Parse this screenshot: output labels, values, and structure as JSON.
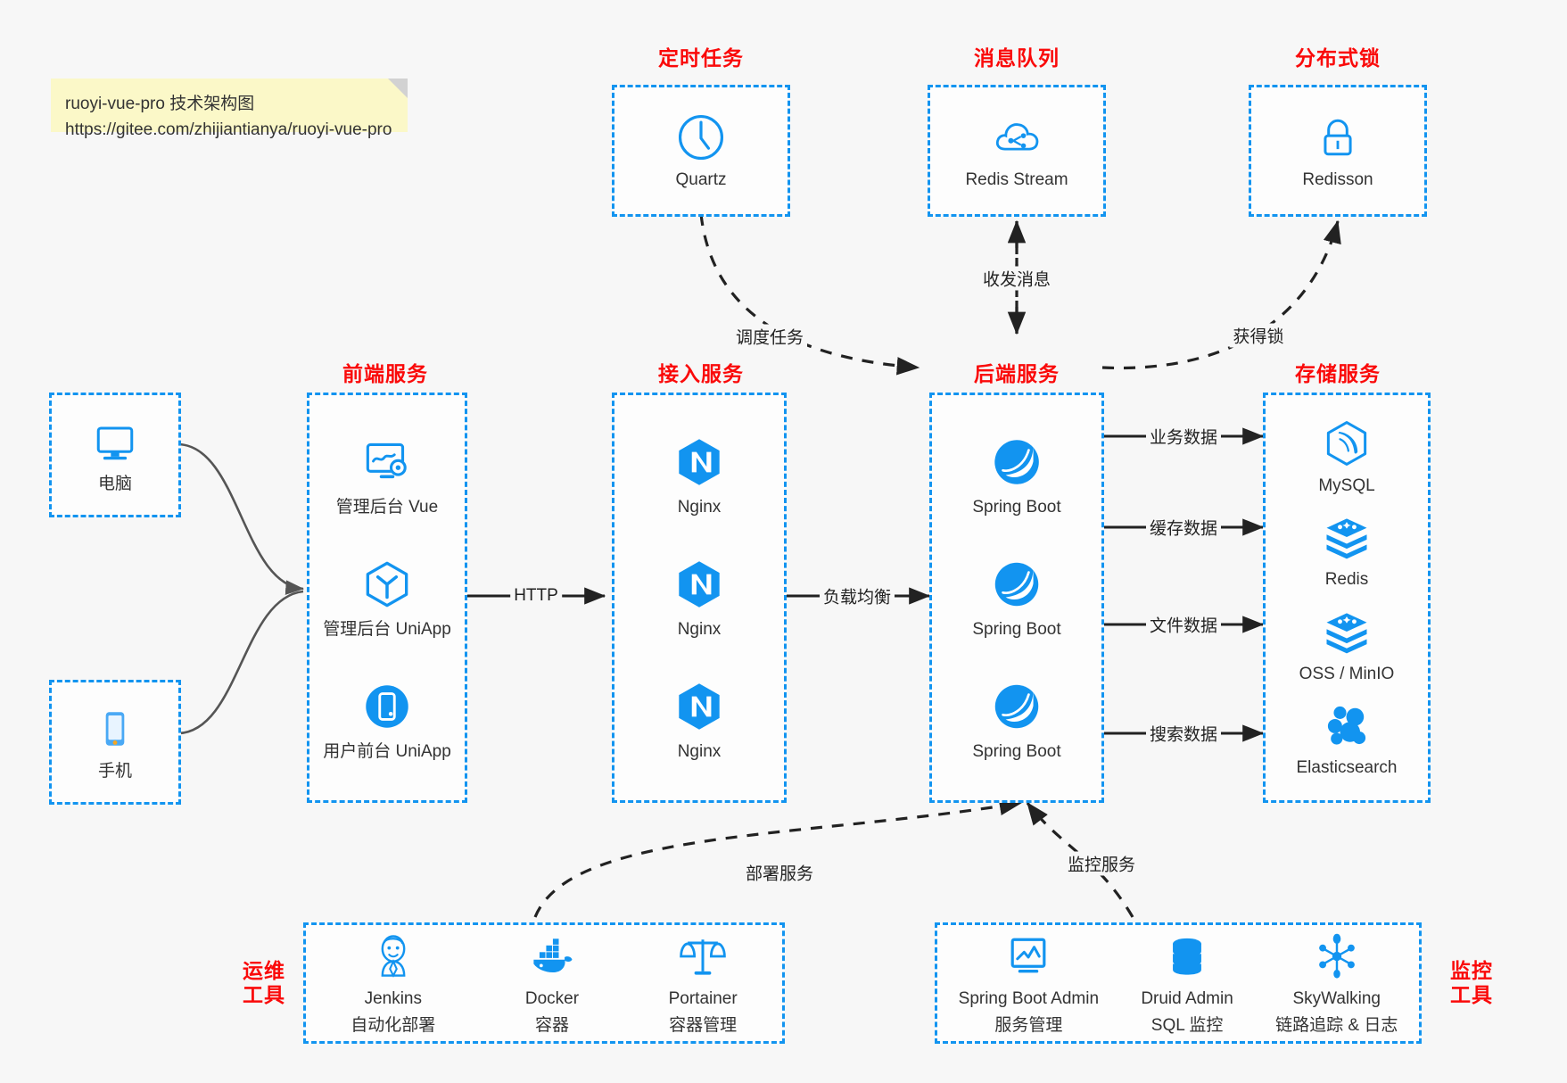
{
  "note": {
    "line1": "ruoyi-vue-pro 技术架构图",
    "line2": "https://gitee.com/zhijiantianya/ruoyi-vue-pro"
  },
  "colors": {
    "box_border": "#1294f0",
    "group_title": "#fa0a0a",
    "icon_blue": "#1294f0",
    "edge": "#222222",
    "canvas": "#f7f7f7",
    "note_bg": "#fbf8c8"
  },
  "groups": {
    "scheduler": {
      "title": "定时任务"
    },
    "mq": {
      "title": "消息队列"
    },
    "lock": {
      "title": "分布式锁"
    },
    "frontend": {
      "title": "前端服务"
    },
    "gateway": {
      "title": "接入服务"
    },
    "backend": {
      "title": "后端服务"
    },
    "storage": {
      "title": "存储服务"
    },
    "devops": {
      "title": "运维\n工具",
      "title_l1": "运维",
      "title_l2": "工具"
    },
    "monitor": {
      "title": "监控\n工具",
      "title_l1": "监控",
      "title_l2": "工具"
    }
  },
  "nodes": {
    "quartz": {
      "label": "Quartz",
      "icon": "clock-icon"
    },
    "redis_stream": {
      "label": "Redis Stream",
      "icon": "cloud-network-icon"
    },
    "redisson": {
      "label": "Redisson",
      "icon": "lock-icon"
    },
    "pc": {
      "label": "电脑",
      "icon": "desktop-monitor-icon"
    },
    "mobile": {
      "label": "手机",
      "icon": "smartphone-icon"
    },
    "admin_vue": {
      "label": "管理后台 Vue",
      "icon": "dashboard-gear-icon"
    },
    "admin_uniapp": {
      "label": "管理后台 UniApp",
      "icon": "cube-icon"
    },
    "user_uniapp": {
      "label": "用户前台 UniApp",
      "icon": "mobile-app-icon"
    },
    "nginx1": {
      "label": "Nginx",
      "icon": "nginx-icon"
    },
    "nginx2": {
      "label": "Nginx",
      "icon": "nginx-icon"
    },
    "nginx3": {
      "label": "Nginx",
      "icon": "nginx-icon"
    },
    "spring1": {
      "label": "Spring Boot",
      "icon": "spring-leaf-icon"
    },
    "spring2": {
      "label": "Spring Boot",
      "icon": "spring-leaf-icon"
    },
    "spring3": {
      "label": "Spring Boot",
      "icon": "spring-leaf-icon"
    },
    "mysql": {
      "label": "MySQL",
      "icon": "mysql-dolphin-icon"
    },
    "redis": {
      "label": "Redis",
      "icon": "redis-stack-icon"
    },
    "oss": {
      "label": "OSS / MinIO",
      "icon": "redis-stack-icon"
    },
    "es": {
      "label": "Elasticsearch",
      "icon": "elasticsearch-icon"
    },
    "jenkins": {
      "label": "Jenkins",
      "sub": "自动化部署",
      "icon": "jenkins-butler-icon"
    },
    "docker": {
      "label": "Docker",
      "sub": "容器",
      "icon": "docker-whale-icon"
    },
    "portainer": {
      "label": "Portainer",
      "sub": "容器管理",
      "icon": "scales-icon"
    },
    "sba": {
      "label": "Spring Boot Admin",
      "sub": "服务管理",
      "icon": "monitor-chart-icon"
    },
    "druid": {
      "label": "Druid Admin",
      "sub": "SQL 监控",
      "icon": "database-icon"
    },
    "skywalking": {
      "label": "SkyWalking",
      "sub": "链路追踪 & 日志",
      "icon": "skywalking-node-icon"
    }
  },
  "edges": {
    "http": {
      "label": "HTTP",
      "style": "solid",
      "from": "frontend",
      "to": "gateway"
    },
    "lb": {
      "label": "负载均衡",
      "style": "solid",
      "from": "gateway",
      "to": "backend"
    },
    "biz_data": {
      "label": "业务数据",
      "style": "solid",
      "from": "backend",
      "to": "mysql"
    },
    "cache_data": {
      "label": "缓存数据",
      "style": "solid",
      "from": "backend",
      "to": "redis"
    },
    "file_data": {
      "label": "文件数据",
      "style": "solid",
      "from": "backend",
      "to": "oss"
    },
    "search_data": {
      "label": "搜索数据",
      "style": "solid",
      "from": "backend",
      "to": "es"
    },
    "schedule": {
      "label": "调度任务",
      "style": "dashed",
      "from": "quartz",
      "to": "backend"
    },
    "message": {
      "label": "收发消息",
      "style": "dashed",
      "from": "backend",
      "to": "redis_stream",
      "bidirectional": true
    },
    "acquire_lock": {
      "label": "获得锁",
      "style": "dashed",
      "from": "backend",
      "to": "redisson"
    },
    "deploy": {
      "label": "部署服务",
      "style": "dashed",
      "from": "devops",
      "to": "backend"
    },
    "monitor": {
      "label": "监控服务",
      "style": "dashed",
      "from": "monitor",
      "to": "backend"
    },
    "client_pc": {
      "label": "",
      "style": "solid",
      "from": "pc",
      "to": "frontend"
    },
    "client_mob": {
      "label": "",
      "style": "solid",
      "from": "mobile",
      "to": "frontend"
    }
  }
}
